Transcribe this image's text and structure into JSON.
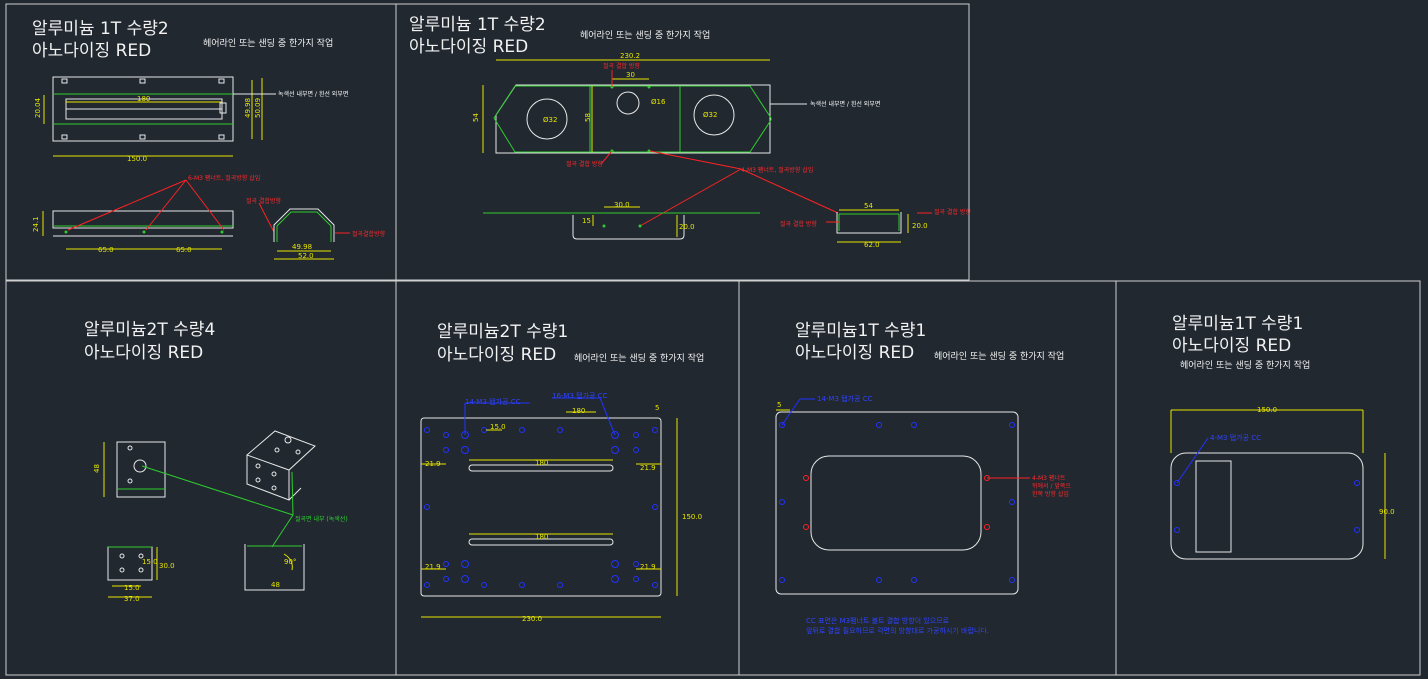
{
  "colors": {
    "background": "#212830",
    "frame": "#d9d9d9",
    "part_outline": "#2ecc2e",
    "dimension": "#e6e600",
    "leader": "#ff2222",
    "hole_blue": "#2233ff",
    "hole_red": "#ff2222",
    "plate_white": "#e8e8e8"
  },
  "panels": [
    {
      "title1": "알루미늄 1T 수량2",
      "title2": "아노다이징 RED",
      "note": "헤어라인 또는 샌딩 중 한가지 작업",
      "dims": {
        "a": "180",
        "b": "150.0",
        "c": "20.04",
        "d": "49.98",
        "e": "50.09",
        "f": "24.1",
        "g": "65.0",
        "h": "65.0",
        "i": "49.98",
        "j": "52.0"
      },
      "labels": {
        "a": "녹색선 내부면 / 흰선 외부면",
        "b": "6-M3 팸너트, 절곡방향 삽입",
        "c": "절곡 결합방향",
        "d": "절곡결합방향"
      }
    },
    {
      "title1": "알루미늄 1T 수량2",
      "title2": "아노다이징 RED",
      "note": "헤어라인 또는 샌딩 중 한가지 작업",
      "dims": {
        "a": "230.2",
        "b": "30",
        "c": "54",
        "d": "58",
        "e": "Ø16",
        "f": "Ø32",
        "g": "Ø32",
        "h": "30.0",
        "i": "15",
        "j": "20.0",
        "k": "54",
        "l": "62.0",
        "m": "20.0"
      },
      "labels": {
        "a": "녹색선 내부면 / 흰선 외부면",
        "b": "4-M3 팸너트, 절곡방향 삽입",
        "c": "절곡 결합 방향",
        "d": "절곡 결합 방향",
        "e": "절곡 결합 방향",
        "f": "절곡 결합 방향"
      }
    },
    {
      "title1": "알루미늄2T 수량4",
      "title2": "아노다이징 RED",
      "dims": {
        "a": "48",
        "b": "30.0",
        "c": "15.0",
        "d": "37.0",
        "e": "48",
        "f": "15.0",
        "g": "90°"
      },
      "labels": {
        "a": "절곡면 내부 (녹색선)"
      }
    },
    {
      "title1": "알루미늄2T 수량1",
      "title2": "아노다이징 RED",
      "note": "헤어라인 또는 샌딩 중 한가지 작업",
      "dims": {
        "a": "180",
        "b": "180",
        "c": "21.9",
        "d": "21.9",
        "e": "21.9",
        "f": "21.9",
        "g": "150.0",
        "h": "230.0",
        "i": "15.0",
        "j": "5"
      },
      "labels": {
        "a": "14-M3 탭가공 CC",
        "b": "16-M3 탭가공 CC"
      }
    },
    {
      "title1": "알루미늄1T 수량1",
      "title2": "아노다이징 RED",
      "note": "헤어라인 또는 샌딩 중 한가지 작업",
      "dims": {
        "a": "5"
      },
      "labels": {
        "a": "14-M3 탭가공 CC",
        "b": "4-M3 팸너트",
        "c": "뒤에서 / 앞쪽으",
        "d": "한쪽 방향 삽입",
        "e": "CC 표면은 M3팸너트 볼트 결합 방향이 있으므로",
        "f": "앞뒤로 결합 필요하므로 각면의 방향대로 가공하시기 바랍니다."
      }
    },
    {
      "title1": "알루미늄1T 수량1",
      "title2": "아노다이징 RED",
      "note": "헤어라인 또는 샌딩 중 한가지 작업",
      "dims": {
        "a": "150.0",
        "b": "90.0"
      },
      "labels": {
        "a": "4-M3 탭가공 CC"
      }
    }
  ]
}
